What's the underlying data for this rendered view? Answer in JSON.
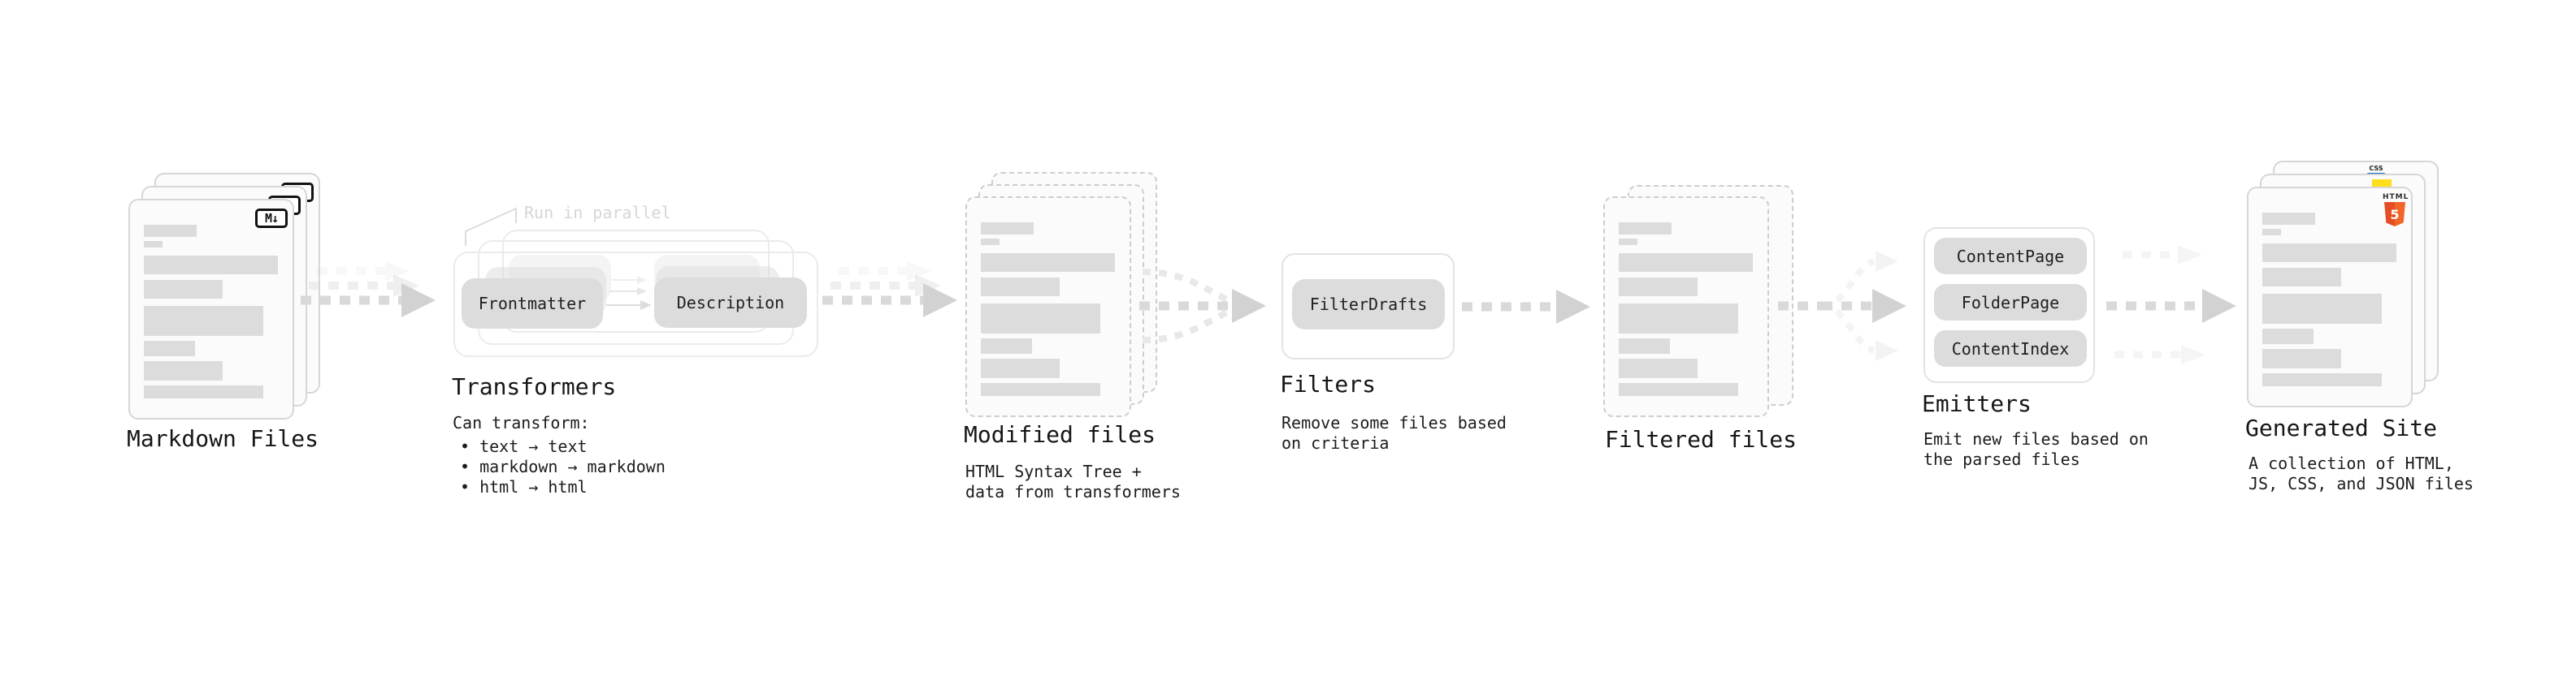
{
  "stages": {
    "markdown": {
      "label": "Markdown Files",
      "icon_text": "M↓"
    },
    "transformers": {
      "annotation": "Run in parallel",
      "pill_frontmatter": "Frontmatter",
      "pill_description": "Description",
      "label": "Transformers",
      "caption_title": "Can transform:",
      "bullets": [
        "• text → text",
        "• markdown → markdown",
        "• html → html"
      ]
    },
    "modified": {
      "label": "Modified files",
      "caption_line1": "HTML Syntax Tree +",
      "caption_line2": "data from transformers"
    },
    "filters": {
      "pill": "FilterDrafts",
      "label": "Filters",
      "caption_line1": "Remove some files based",
      "caption_line2": "on criteria"
    },
    "filtered": {
      "label": "Filtered files"
    },
    "emitters": {
      "pills": [
        "ContentPage",
        "FolderPage",
        "ContentIndex"
      ],
      "label": "Emitters",
      "caption_line1": "Emit new files based on",
      "caption_line2": "the parsed files"
    },
    "generated": {
      "label": "Generated Site",
      "caption_line1": "A collection of HTML,",
      "caption_line2": "JS, CSS, and JSON files",
      "badge_css": "CSS",
      "badge_html_word": "HTML",
      "badge_html_number": "5"
    }
  },
  "colors": {
    "html5_orange": "#e44d26",
    "js_yellow": "#ffdf1b",
    "css_blue": "#1766d8"
  }
}
